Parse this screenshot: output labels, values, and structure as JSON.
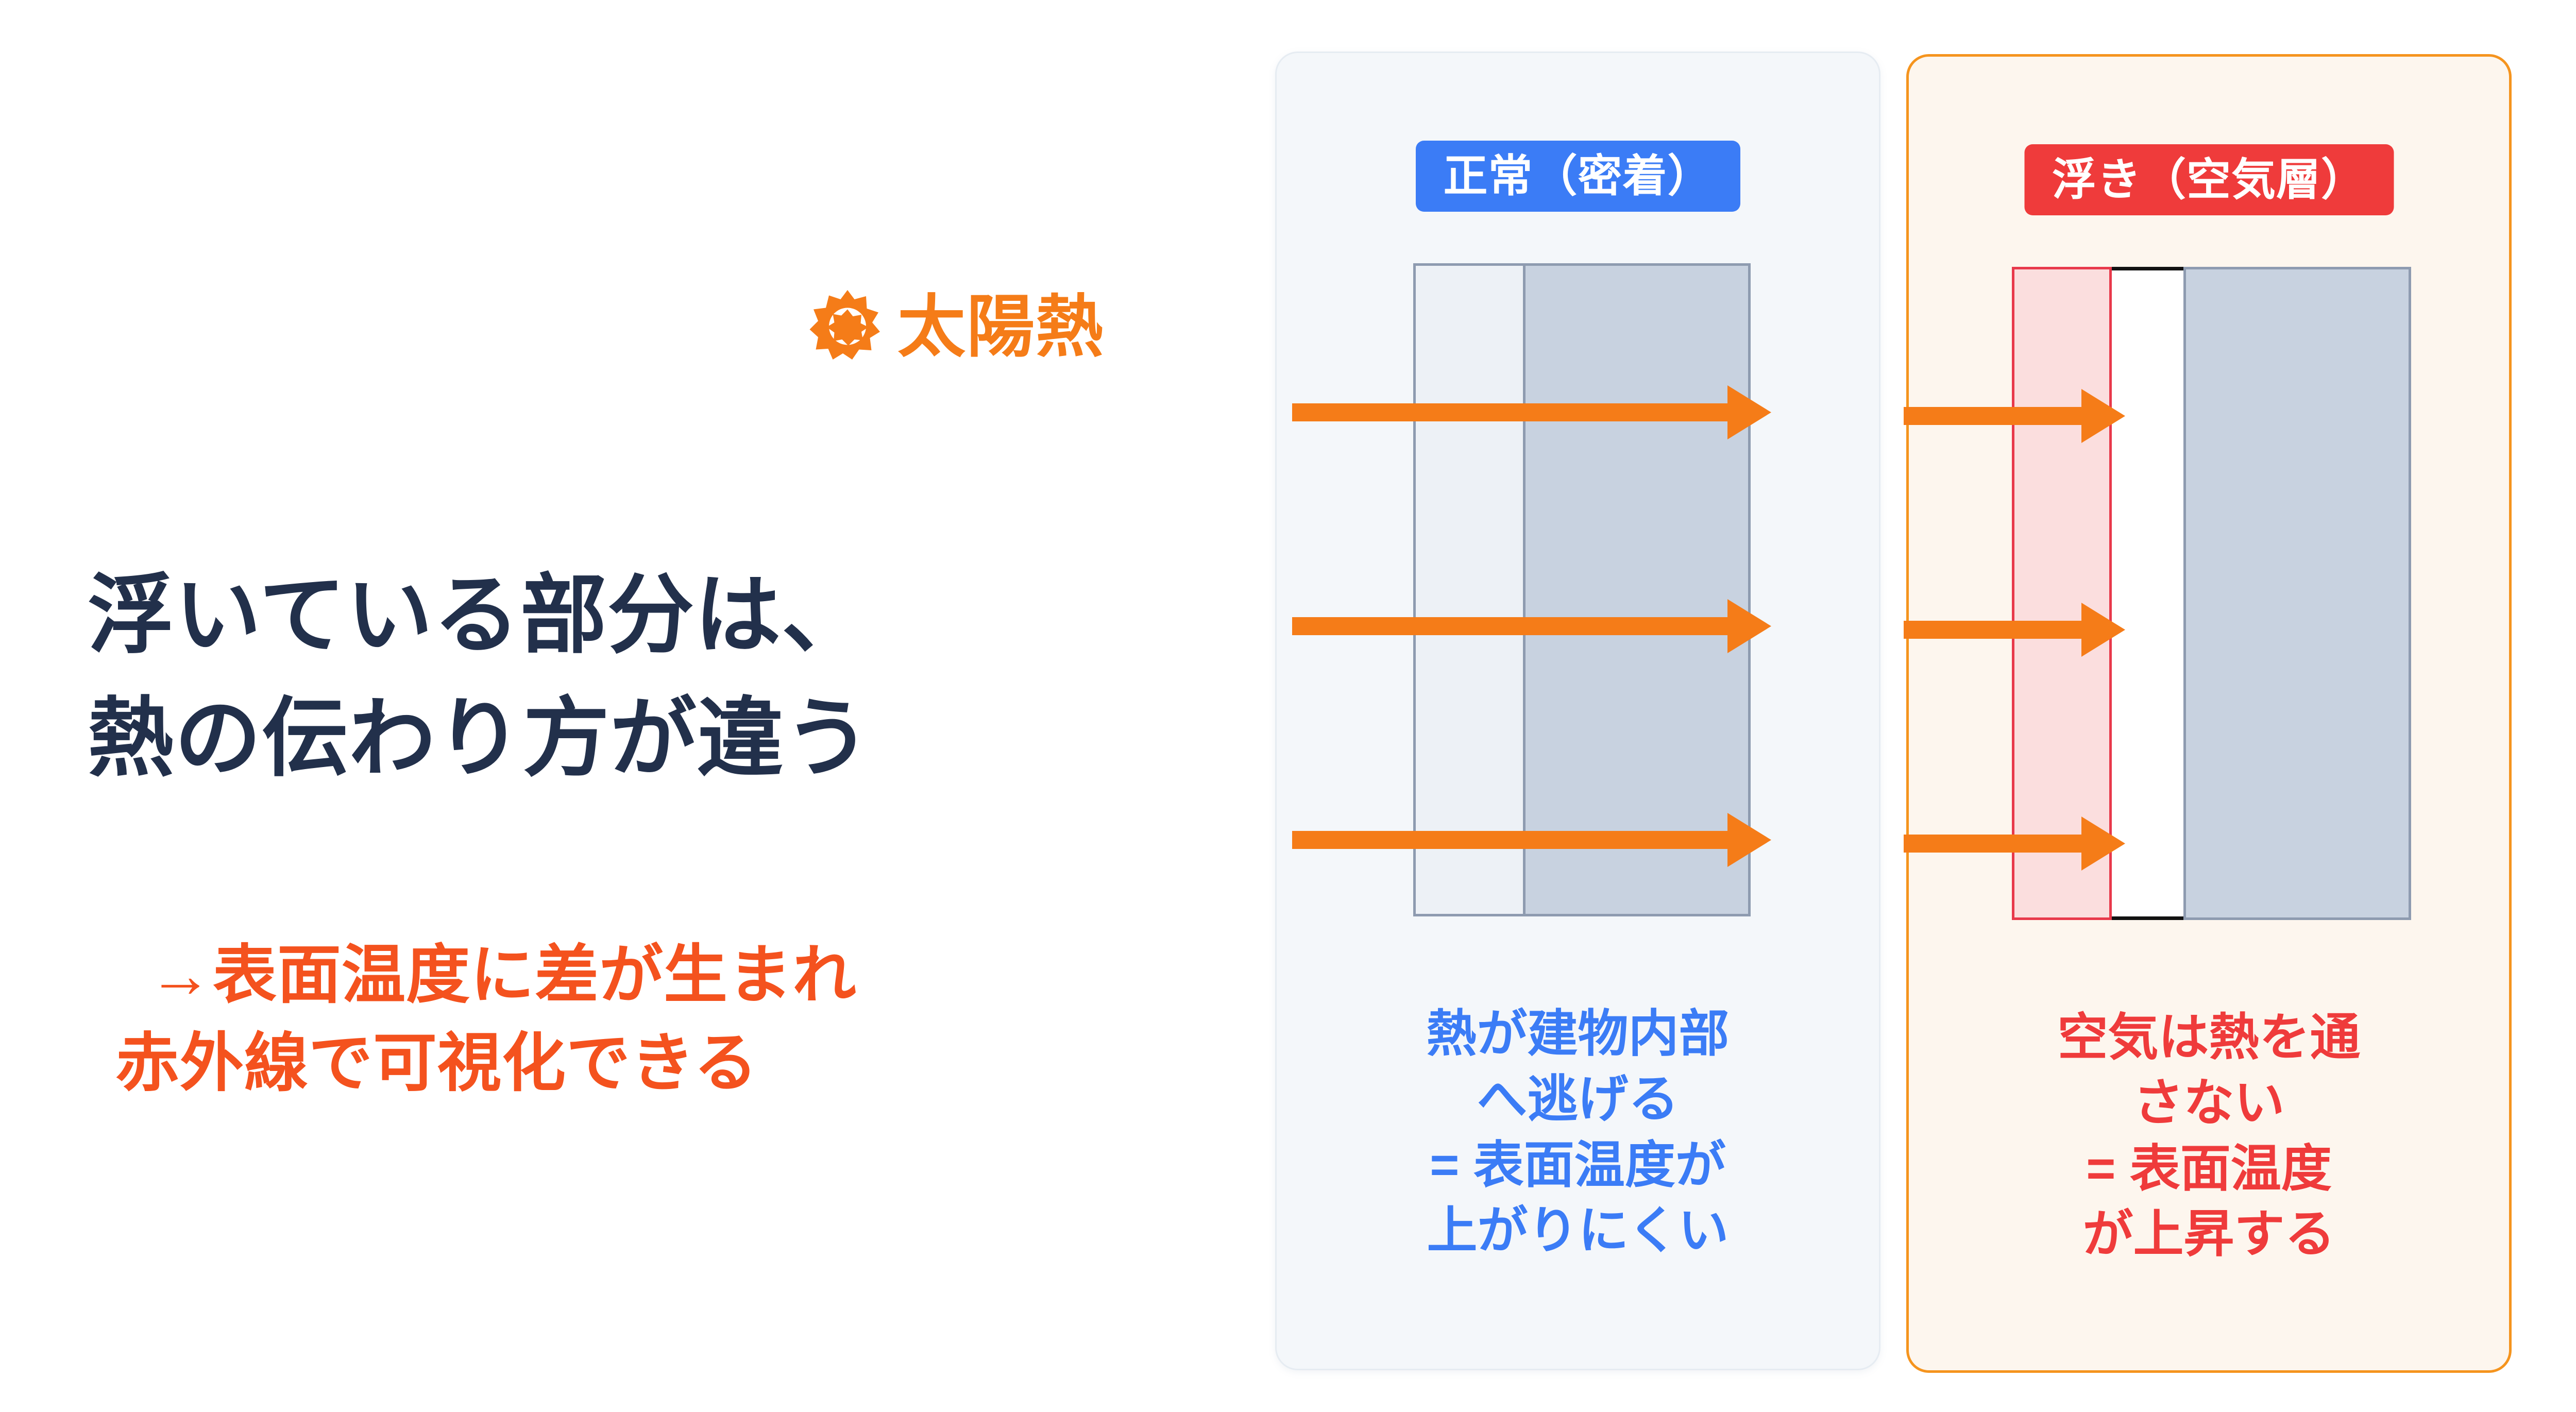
{
  "solar": {
    "icon": "sun-icon",
    "label": "太陽熱",
    "color": "#F57C18"
  },
  "headline": {
    "color": "#22304B",
    "lines": [
      "浮いている部分は、",
      "熱の伝わり方が違う"
    ]
  },
  "subline": {
    "color": "#F4521E",
    "lines": [
      "→表面温度に差が生まれ",
      "赤外線で可視化できる"
    ]
  },
  "panels": [
    {
      "id": "normal",
      "badge": "正常（密着）",
      "badge_color": "#3B7CF6",
      "card_bg": "#F4F7FA",
      "layers": [
        {
          "name": "tile",
          "fill": "#EDF1F6"
        },
        {
          "name": "concrete",
          "fill": "#C8D2E0"
        }
      ],
      "arrow_count": 3,
      "arrow_color": "#F57C18",
      "caption_color": "#3B7CF6",
      "caption_lines": [
        "熱が建物内部",
        "へ逃げる",
        "= 表面温度が",
        "上がりにくい"
      ]
    },
    {
      "id": "float",
      "badge": "浮き（空気層）",
      "badge_color": "#EF3B3B",
      "card_bg": "#FDF6EE",
      "card_border": "#F5941E",
      "layers": [
        {
          "name": "tile",
          "fill": "#FBDEDE",
          "stroke": "#E8394B"
        },
        {
          "name": "air-gap",
          "fill": "#FFFFFF",
          "stroke": "#121212"
        },
        {
          "name": "concrete",
          "fill": "#C8D2E0",
          "stroke": "#8E9BB0"
        }
      ],
      "arrow_count": 3,
      "arrow_color": "#F57C18",
      "caption_color": "#EF3B3B",
      "caption_lines": [
        "空気は熱を通",
        "さない",
        "= 表面温度",
        "が上昇する"
      ]
    }
  ]
}
